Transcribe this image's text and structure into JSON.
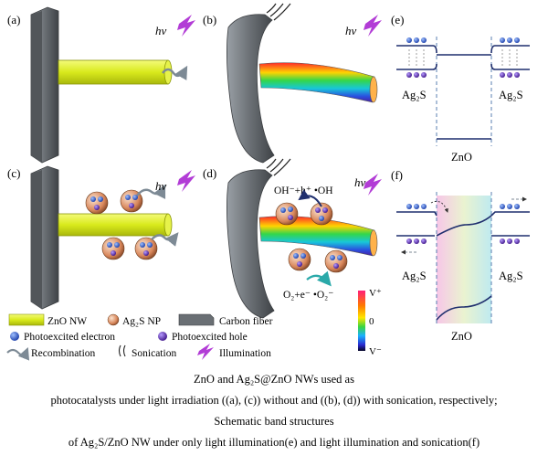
{
  "panels": {
    "a": "(a)",
    "b": "(b)",
    "c": "(c)",
    "d": "(d)",
    "e": "(e)",
    "f": "(f)"
  },
  "light_label": "hv",
  "reactions": {
    "oxidation": "OH⁻+h⁺ •OH",
    "reduction": "O₂+e⁻ •O₂⁻"
  },
  "colorbar": {
    "top": "V⁺",
    "middle": "0",
    "bottom": "V⁻"
  },
  "legend": {
    "zno_nw": "ZnO NW",
    "ag2s_np": "Ag₂S NP",
    "carbon_fiber": "Carbon fiber",
    "electron": "Photoexcited electron",
    "hole": "Photoexcited hole",
    "recombination": "Recombination",
    "sonication": "Sonication",
    "illumination": "Illumination"
  },
  "band": {
    "ag2s_left": "Ag₂S",
    "ag2s_right": "Ag₂S",
    "zno": "ZnO"
  },
  "caption": {
    "line1": "ZnO  and  Ag₂S@ZnO  NWs  used  as",
    "line2": "photocatalysts under light irradiation ((a), (c)) without and ((b), (d)) with sonication, respectively;",
    "line3": "Schematic band structures",
    "line4": "of Ag₂S/ZnO NW under only light illumination(e) and light illumination and sonication(f)"
  },
  "colors": {
    "zno_yellow": "#d9ea1c",
    "carbon_gray": "#6f7378",
    "electron_blue": "#2a55c8",
    "hole_purple": "#5a2aa8",
    "illumination_purple": "#b23cd6",
    "band_navy": "#1f2f6e"
  }
}
